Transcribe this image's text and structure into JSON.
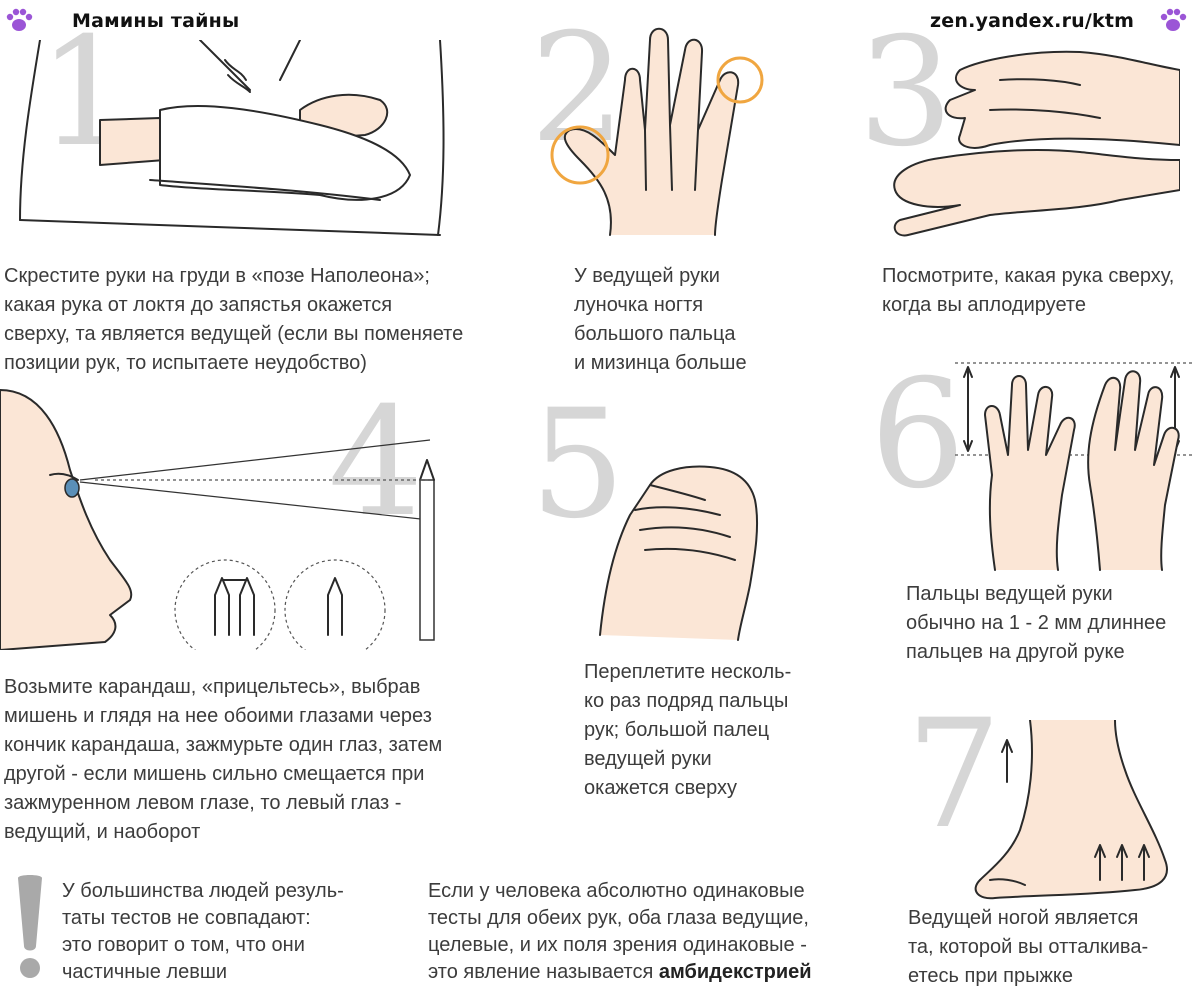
{
  "header": {
    "left_title": "Мамины тайны",
    "right_source": "zen.yandex.ru/ktm",
    "paw_icon": "paw-print-icon",
    "accent_color": "#9b55d6"
  },
  "tests": {
    "t1": {
      "number": "1",
      "text": "Скрестите руки на груди в «позе Наполеона»;\nкакая рука от локтя до запястья окажется\nсверху, та является ведущей (если вы поменяете\nпозиции рук, то испытаете неудобство)"
    },
    "t2": {
      "number": "2",
      "text": " У ведущей руки\nлуночка ногтя\nбольшого пальца\nи мизинца больше"
    },
    "t3": {
      "number": "3",
      "text": "Посмотрите, какая рука сверху,\nкогда вы аплодируете"
    },
    "t4": {
      "number": "4",
      "text": "Возьмите карандаш, «прицельтесь», выбрав\nмишень и глядя на нее обоими глазами через\nкончик карандаша, зажмурьте один глаз, затем\nдругой - если мишень сильно смещается при\nзажмуренном левом глазе, то левый глаз -\nведущий, и наоборот"
    },
    "t5": {
      "number": "5",
      "text": "Переплетите несколь-\nко раз подряд пальцы\nрук; большой палец\nведущей руки\nокажется сверху"
    },
    "t6": {
      "number": "6",
      "text": "Пальцы ведущей руки\nобычно на 1 - 2 мм длиннее\nпальцев на другой руке"
    },
    "t7": {
      "number": "7",
      "text": "Ведущей ногой является\nта, которой вы отталкива-\nетесь при прыжке"
    }
  },
  "notes": {
    "exclamation_icon": "exclamation-icon",
    "left": "У большинства людей резуль-\nтаты тестов не совпадают:\nэто говорит о том, что они\nчастичные левши",
    "right_prefix": "Если у человека абсолютно одинаковые\nтесты для обеих рук, оба глаза ведущие,\nцелевые, и их поля зрения одинаковые -\nэто явление называется ",
    "right_bold": "амбидекстрией"
  },
  "colors": {
    "number_gray": "#d6d6d6",
    "skin": "#fbe6d6",
    "highlight_ring": "#f0a640",
    "text": "#3c3c3c"
  }
}
